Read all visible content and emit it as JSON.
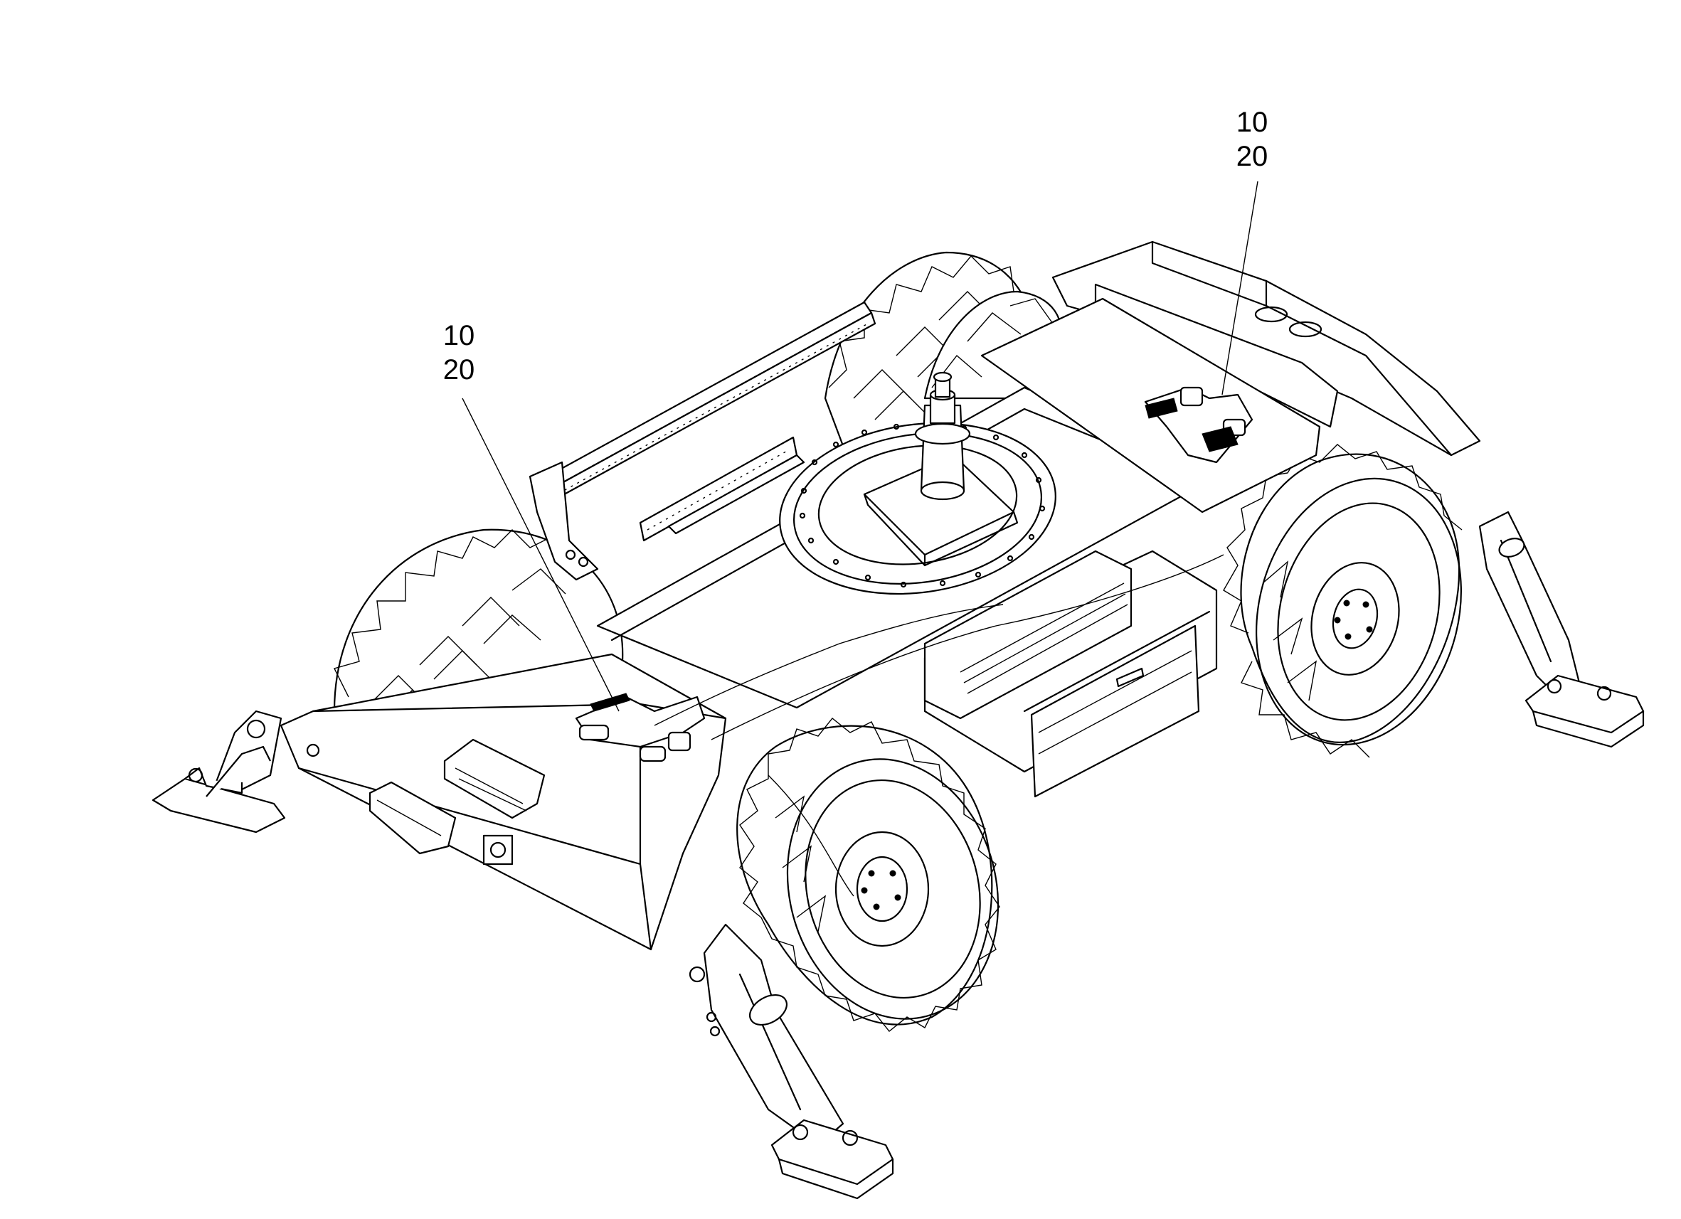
{
  "callouts": [
    {
      "id": "left",
      "lines": [
        "10",
        "20"
      ]
    },
    {
      "id": "right",
      "lines": [
        "10",
        "20"
      ]
    }
  ],
  "colors": {
    "line": "#000000",
    "background": "#ffffff"
  }
}
